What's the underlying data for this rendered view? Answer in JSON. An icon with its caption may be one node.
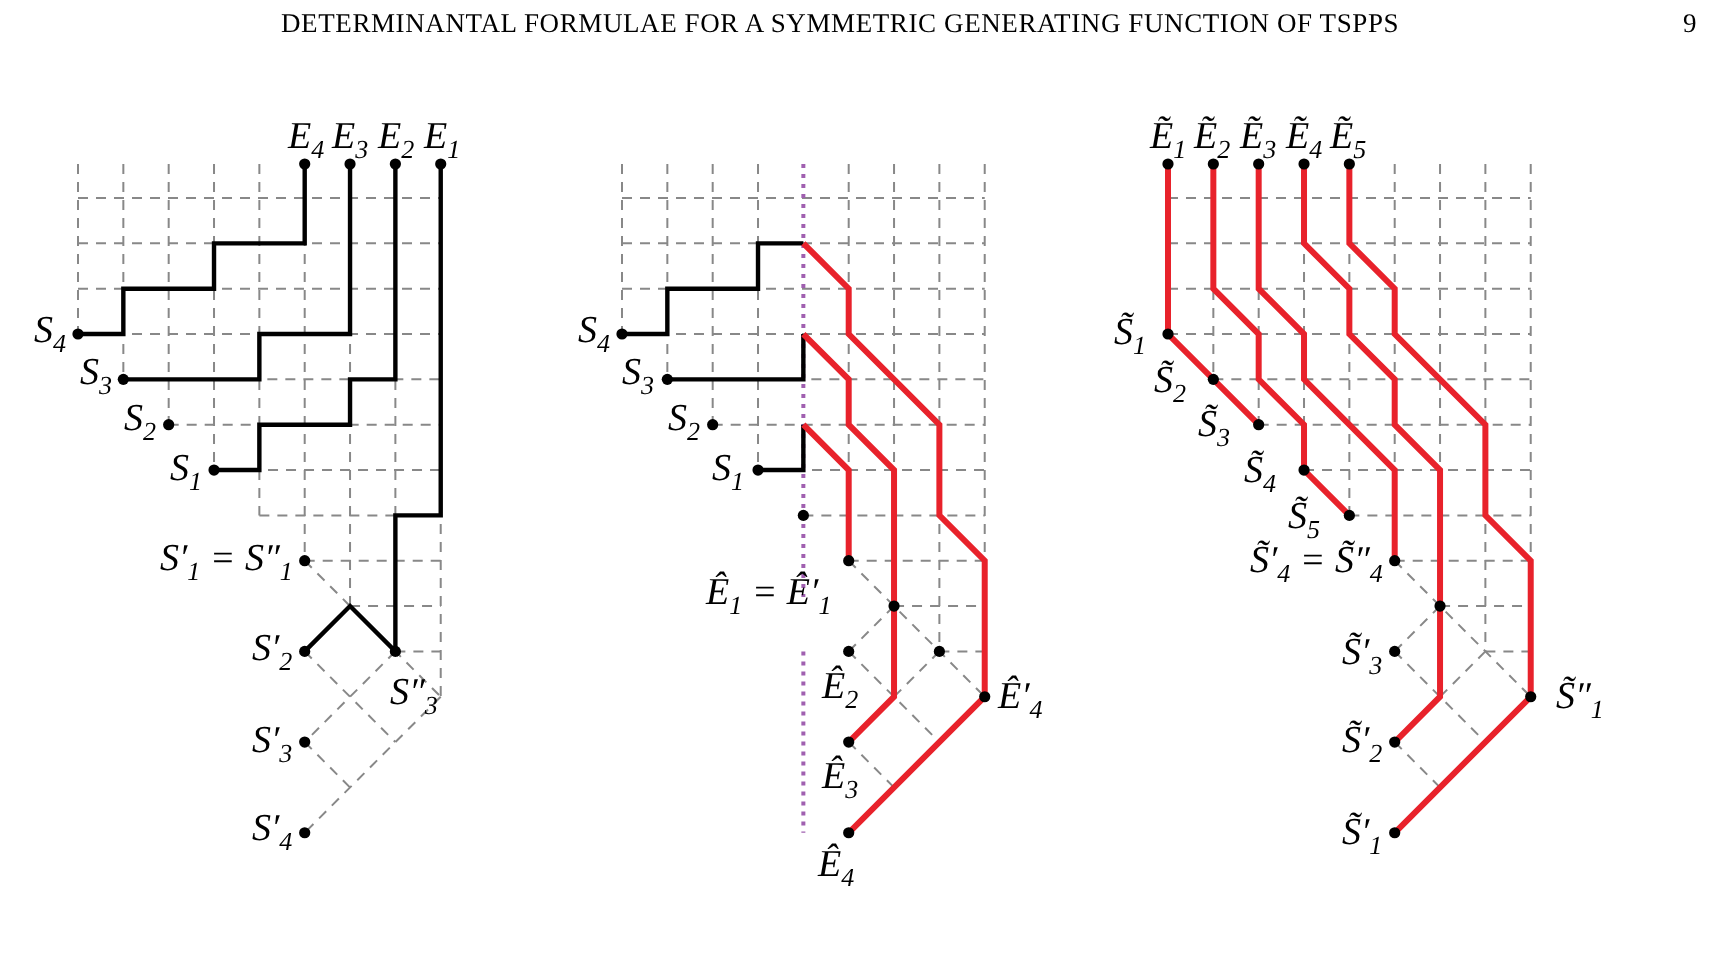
{
  "diagram": {
    "labels": [
      "DETERMINANTAL FORMULAE FOR A SYMMETRIC GENERATING FUNCTION OF TSPPS",
      "9",
      "E$_{4}$",
      "E$_{3}$",
      "E$_{2}$",
      "E$_{1}$",
      "S$_{4}$",
      "S$_{3}$",
      "S$_{2}$",
      "S$_{1}$",
      "S′$_{1}$ = S″$_{1}$",
      "S′$_{2}$",
      "S″$_{3}$",
      "S′$_{3}$",
      "S′$_{4}$",
      "S$_{4}$",
      "S$_{3}$",
      "S$_{2}$",
      "S$_{1}$",
      "Ê$_{1}$ = Ê′$_{1}$",
      "Ê$_{2}$",
      "Ê′$_{4}$",
      "Ê$_{3}$",
      "Ê$_{4}$",
      "Ẽ$_{1}$",
      "Ẽ$_{2}$",
      "Ẽ$_{3}$",
      "Ẽ$_{4}$",
      "Ẽ$_{5}$",
      "S̃$_{1}$",
      "S̃$_{2}$",
      "S̃$_{3}$",
      "S̃$_{4}$",
      "S̃$_{5}$",
      "S̃′$_{4}$ = S̃″$_{4}$",
      "S̃′$_{3}$",
      "S̃″$_{1}$",
      "S̃′$_{2}$",
      "S̃′$_{1}$"
    ]
  }
}
